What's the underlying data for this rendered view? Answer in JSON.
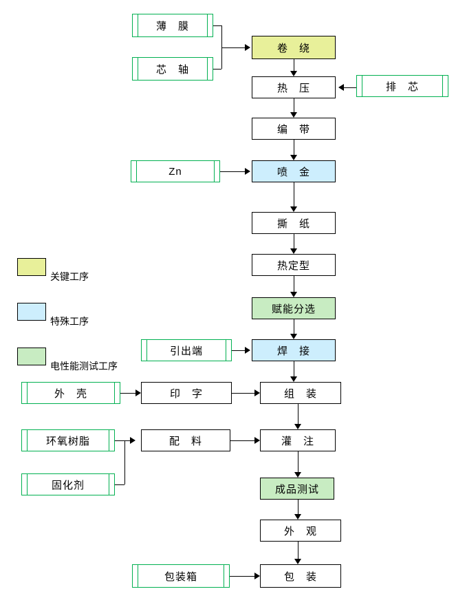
{
  "legend": {
    "items": [
      {
        "name": "key",
        "label": "关键工序",
        "color": "#e8f09a"
      },
      {
        "name": "special",
        "label": "特殊工序",
        "color": "#cdeefd"
      },
      {
        "name": "etest",
        "label": "电性能测试工序",
        "color": "#c8ecc2"
      }
    ]
  },
  "process": {
    "nodes": [
      {
        "id": "juanrao",
        "label": "卷　绕",
        "type": "key"
      },
      {
        "id": "reya",
        "label": "热　压",
        "type": "normal"
      },
      {
        "id": "biandai",
        "label": "编　带",
        "type": "normal"
      },
      {
        "id": "penjin",
        "label": "喷　金",
        "type": "special"
      },
      {
        "id": "sizhi",
        "label": "撕　纸",
        "type": "normal"
      },
      {
        "id": "redingxing",
        "label": "热定型",
        "type": "normal"
      },
      {
        "id": "funengfenxuan",
        "label": "赋能分选",
        "type": "etest"
      },
      {
        "id": "hanjie",
        "label": "焊　接",
        "type": "special"
      },
      {
        "id": "zuzhuang",
        "label": "组　装",
        "type": "normal"
      },
      {
        "id": "guanzhu",
        "label": "灌　注",
        "type": "normal"
      },
      {
        "id": "chengpinceshi",
        "label": "成品测试",
        "type": "etest"
      },
      {
        "id": "waiguan",
        "label": "外　观",
        "type": "normal"
      },
      {
        "id": "baozhuang",
        "label": "包　装",
        "type": "normal"
      },
      {
        "id": "yinzi",
        "label": "印　字",
        "type": "normal"
      },
      {
        "id": "peiliao",
        "label": "配　料",
        "type": "normal"
      }
    ],
    "materials": [
      {
        "id": "bomo",
        "label": "薄　膜"
      },
      {
        "id": "xinzhou",
        "label": "芯　轴"
      },
      {
        "id": "paixin",
        "label": "排　芯"
      },
      {
        "id": "zn",
        "label": "Zn"
      },
      {
        "id": "yinchuduan",
        "label": "引出端"
      },
      {
        "id": "waike",
        "label": "外　壳"
      },
      {
        "id": "huanyangshuzhi",
        "label": "环氧树脂"
      },
      {
        "id": "guhuaji",
        "label": "固化剂"
      },
      {
        "id": "baozhuangxiang",
        "label": "包装箱"
      }
    ]
  }
}
